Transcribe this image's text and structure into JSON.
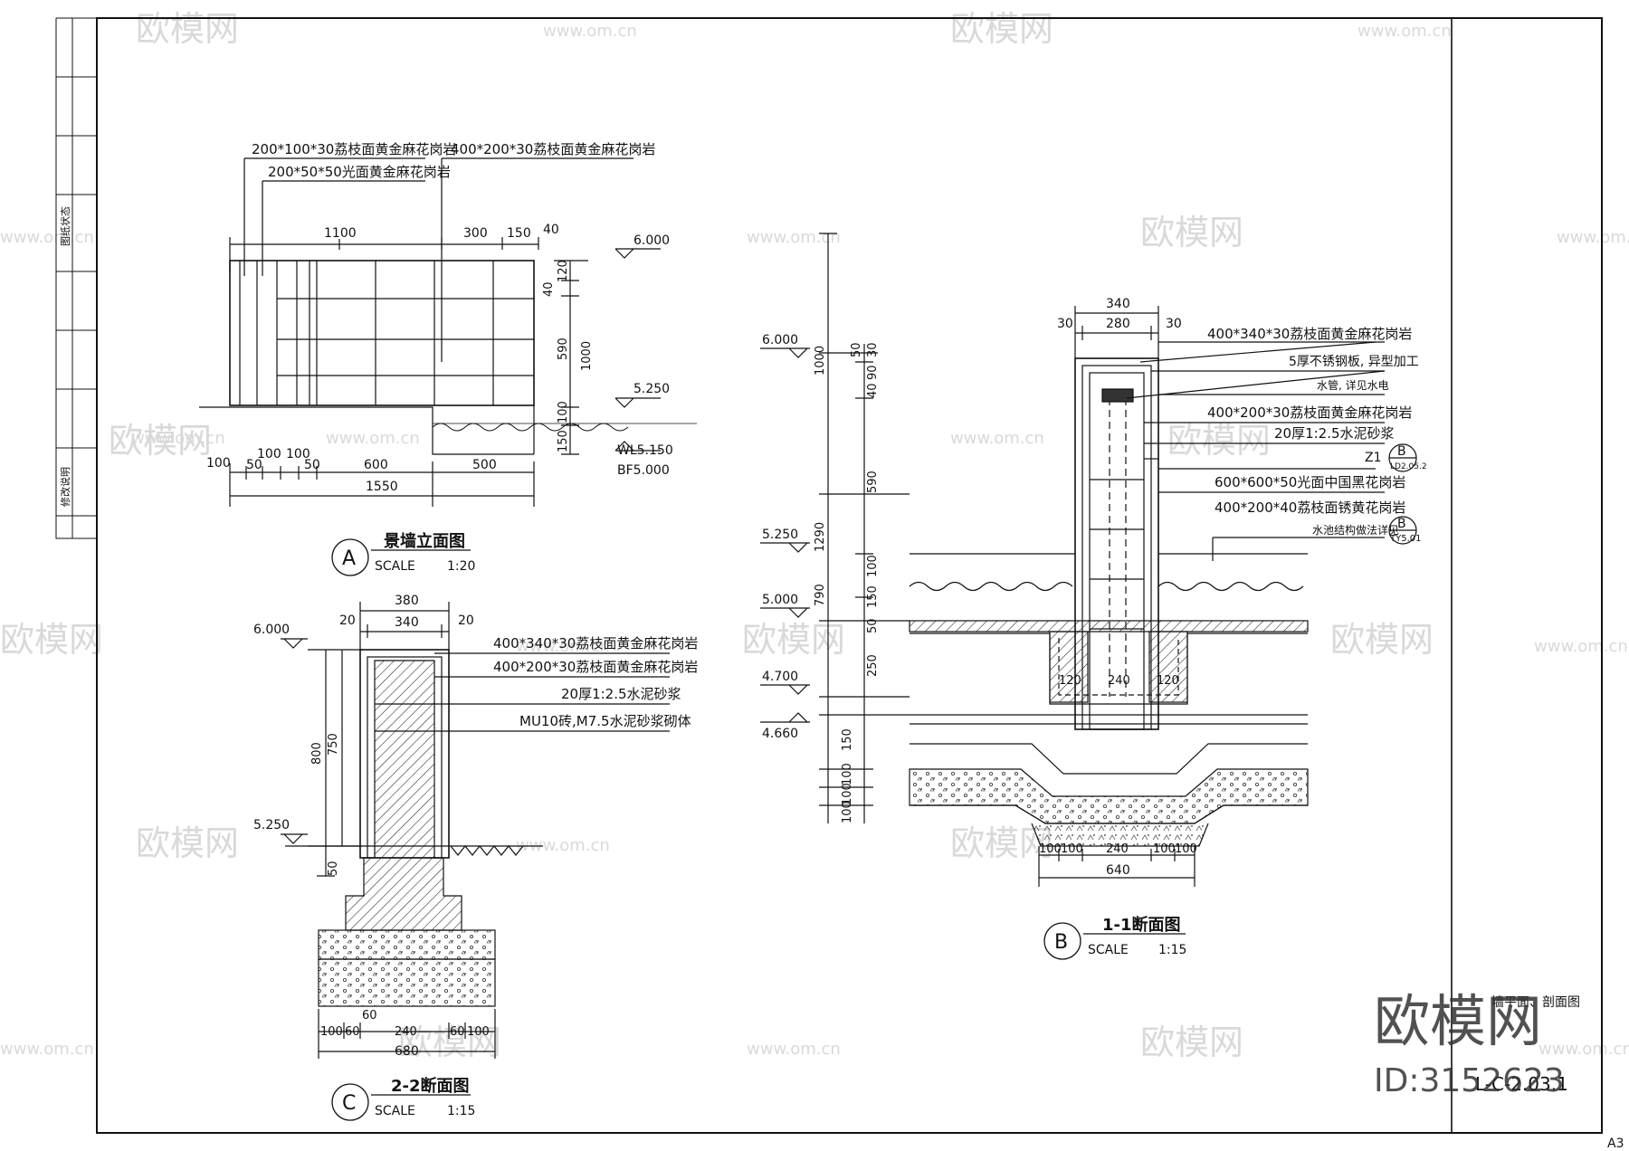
{
  "watermark": {
    "brand": "欧模网",
    "url": "www.om.cn",
    "url_partial": "om.cn",
    "brand_partial": "欧模网",
    "big_brand": "欧模网",
    "model_id": "ID:3152623"
  },
  "sheet": {
    "paper_size": "A3",
    "sheet_no": "L-C-2.03.1",
    "title_fragment": "墙平面、剖面图"
  },
  "side_strip": {
    "top_label": "图纸状态",
    "bottom_label": "修改说明"
  },
  "elevation_a": {
    "title": "景墙立面图",
    "symbol": "A",
    "scale_word": "SCALE",
    "scale_value": "1:20",
    "callouts": [
      "200*100*30荔枝面黄金麻花岗岩",
      "200*50*50光面黄金麻花岗岩",
      "400*200*30荔枝面黄金麻花岗岩"
    ],
    "top_dims": [
      "1100",
      "300",
      "150",
      "40"
    ],
    "right_dims": [
      "120",
      "40",
      "590",
      "1000",
      "100",
      "150"
    ],
    "bottom_dims_row1": [
      "100",
      "50",
      "100",
      "100",
      "50",
      "600",
      "500"
    ],
    "bottom_total": "1550",
    "levels": [
      "6.000",
      "5.250",
      "WL5.150",
      "BF5.000"
    ]
  },
  "section_2_2": {
    "title": "2-2断面图",
    "symbol": "C",
    "scale_word": "SCALE",
    "scale_value": "1:15",
    "top_dims": [
      "380",
      "20",
      "340",
      "20"
    ],
    "callouts": [
      "400*340*30荔枝面黄金麻花岗岩",
      "400*200*30荔枝面黄金麻花岗岩",
      "20厚1:2.5水泥砂浆",
      "MU10砖,M7.5水泥砂浆砌体"
    ],
    "left_dims": [
      "800",
      "750",
      "50"
    ],
    "levels": [
      "6.000",
      "5.250"
    ],
    "bottom_dims": [
      "60",
      "100",
      "60",
      "240",
      "60",
      "100"
    ],
    "bottom_total": "680"
  },
  "section_1_1": {
    "title": "1-1断面图",
    "symbol": "B",
    "scale_word": "SCALE",
    "scale_value": "1:15",
    "top_dims": [
      "340",
      "30",
      "280",
      "30"
    ],
    "callouts": [
      "400*340*30荔枝面黄金麻花岗岩",
      "5厚不锈钢板, 异型加工",
      "水管, 详见水电",
      "400*200*30荔枝面黄金麻花岗岩",
      "20厚1:2.5水泥砂浆",
      "600*600*50光面中国黑花岗岩",
      "400*200*40荔枝面锈黄花岗岩",
      "水池结构做法详见"
    ],
    "ref_marks": [
      {
        "letter": "B",
        "code": "LD2.05.2"
      },
      {
        "letter": "B",
        "code": "TY5.01"
      }
    ],
    "ref_prefix": "Z1",
    "left_dims_outer": [
      "1000",
      "1290",
      "790",
      "150",
      "100",
      "100",
      "100"
    ],
    "left_dims_inner": [
      "50",
      "30",
      "40",
      "90",
      "590",
      "100",
      "150",
      "50",
      "250"
    ],
    "levels": [
      "6.000",
      "5.250",
      "5.000",
      "4.700",
      "4.660"
    ],
    "inner_dims": [
      "120",
      "240",
      "120"
    ],
    "bottom_dims": [
      "100",
      "100",
      "240",
      "100",
      "100"
    ],
    "bottom_total": "640"
  }
}
